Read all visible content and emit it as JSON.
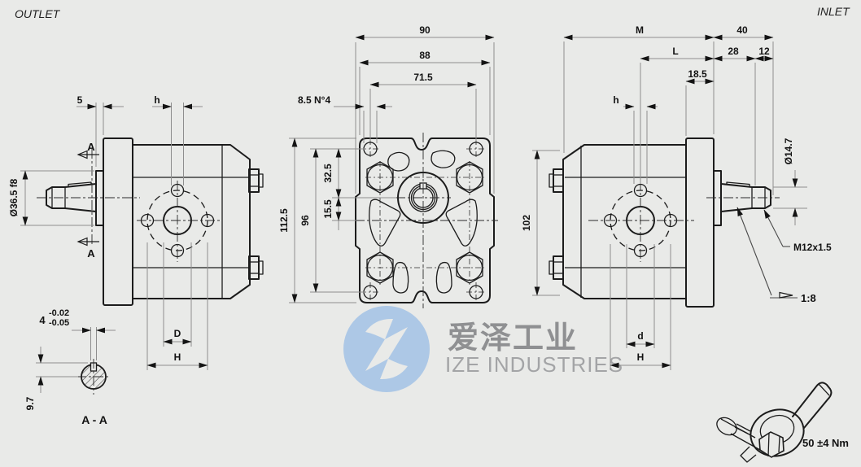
{
  "colors": {
    "background": "#e9eae8",
    "line": "#1c1c1c",
    "dim_line": "#8e8e8e",
    "watermark_blue": "#adc8e6",
    "watermark_gray": "#8f9092"
  },
  "header": {
    "outlet": "OUTLET",
    "inlet": "INLET"
  },
  "left_view": {
    "dim_boss_offset": "5",
    "dim_port_hole": "h",
    "section_marker_top": "A",
    "section_marker_bottom": "A",
    "shaft_boss_dia": "Ø36.5 f8",
    "dim_D": "D",
    "dim_H": "H"
  },
  "section_aa": {
    "key_width": "4",
    "tol_upper": "-0.02",
    "tol_lower": "-0.05",
    "key_depth": "9.7",
    "title": "A - A"
  },
  "front_view": {
    "width_overall": "90",
    "width_flange": "88",
    "hole_span_x": "71.5",
    "hole_note": "8.5 N°4",
    "height_overall": "112.5",
    "hole_span_y": "96",
    "shaft_to_holes": "32.5",
    "shaft_to_center": "15.5"
  },
  "right_view": {
    "dim_M": "M",
    "dim_40": "40",
    "dim_L": "L",
    "dim_28": "28",
    "dim_12": "12",
    "flange_thickness": "18.5",
    "dim_port_hole": "h",
    "shaft_end_dia": "Ø14.7",
    "height": "102",
    "thread_callout": "M12x1.5",
    "taper_callout": "1:8",
    "dim_d": "d",
    "dim_H": "H"
  },
  "notes": {
    "torque": "50 ±4 Nm"
  },
  "watermark": {
    "cn": "爱泽工业",
    "en": "IZE INDUSTRIES"
  }
}
